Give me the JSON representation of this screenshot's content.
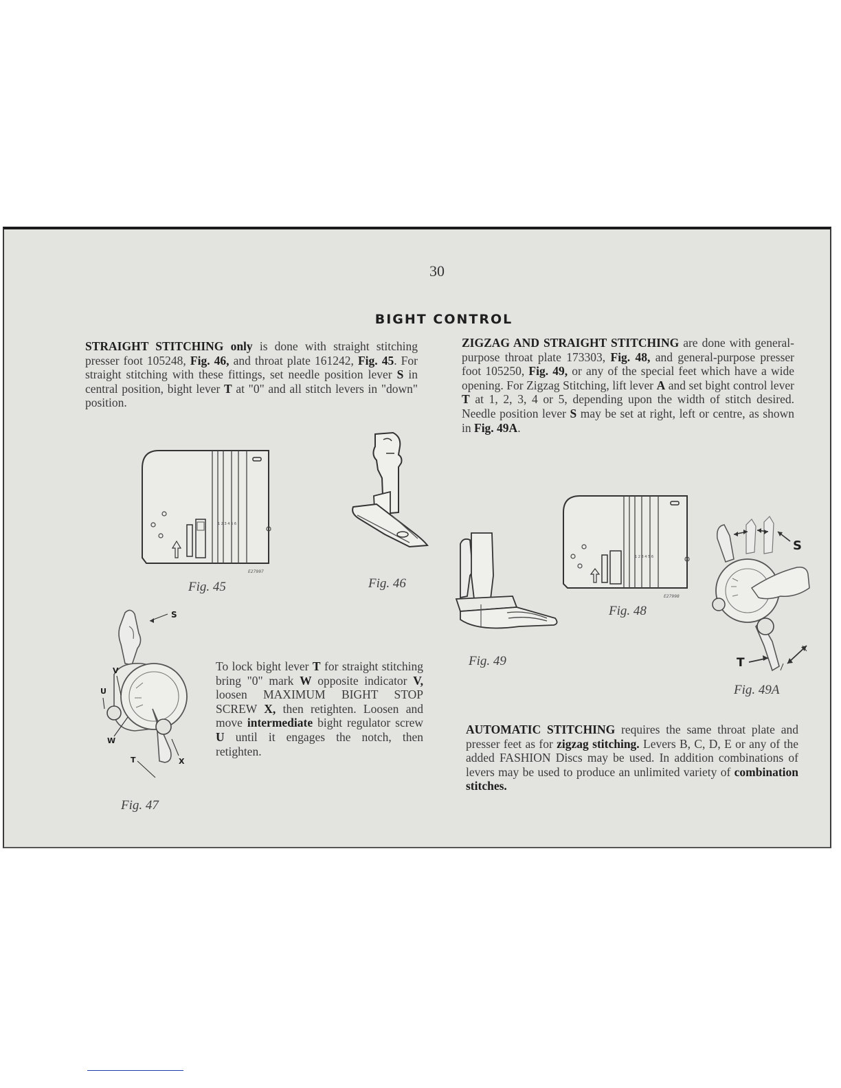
{
  "page_number": "30",
  "heading": "BIGHT CONTROL",
  "straight": {
    "title": "STRAIGHT STITCHING",
    "only": "only",
    "t1": " is done with straight stitching presser foot 105248, ",
    "fig46": "Fig. 46,",
    "t2": " and throat plate 161242, ",
    "fig45": "Fig. 45",
    "t3": ". For straight stitching with these fittings, set needle position lever ",
    "s": "S",
    "t4": " in central position, bight lever ",
    "t": "T",
    "t5": " at \"0\" and all stitch levers in \"down\" position."
  },
  "zigzag": {
    "title": "ZIGZAG AND STRAIGHT STITCHING",
    "t1": " are done with general-purpose throat plate 173303, ",
    "fig48": "Fig. 48,",
    "t2": " and general-purpose presser foot 105250, ",
    "fig49": "Fig. 49,",
    "t3": " or any of the special feet which have a wide opening. For Zigzag Stitching, lift lever ",
    "a": "A",
    "t4": " and set bight control lever ",
    "t": "T",
    "t5": " at 1, 2, 3, 4 or 5, depending upon the width of stitch desired. Needle position lever ",
    "s": "S",
    "t6": " may be set at right, left or centre, as shown in ",
    "fig49a": "Fig. 49A",
    "t7": "."
  },
  "lock": {
    "t1": "To lock bight lever ",
    "t": "T",
    "t2": " for straight stitching bring \"0\" mark ",
    "w": "W",
    "t3": " opposite indicator ",
    "v": "V,",
    "t4": " loosen MAXIMUM BIGHT STOP SCREW ",
    "x": "X,",
    "t5": " then retighten. Loosen and move ",
    "intermediate": "intermediate",
    "t6": " bight regulator screw ",
    "u": "U",
    "t7": " until it engages the notch, then retighten."
  },
  "automatic": {
    "title": "AUTOMATIC STITCHING",
    "t1": " requires the same throat plate and presser feet as for ",
    "zigzag": "zigzag stitching.",
    "t2": " Levers B, C, D, E or any of the added FASHION Discs may be used. In addition combinations of levers may be used to produce an unlimited variety of ",
    "combo": "combination stitches."
  },
  "figures": {
    "fig45": "Fig. 45",
    "fig46": "Fig. 46",
    "fig47": "Fig. 47",
    "fig48": "Fig. 48",
    "fig49": "Fig. 49",
    "fig49a": "Fig. 49A",
    "code45": "E27997",
    "code48": "E27998",
    "scale": "1 2 3 4 5 6",
    "labels47": {
      "s": "S",
      "v": "V",
      "u": "U",
      "w": "W",
      "t": "T",
      "x": "X"
    },
    "labels49a": {
      "s": "S",
      "t": "T"
    }
  }
}
